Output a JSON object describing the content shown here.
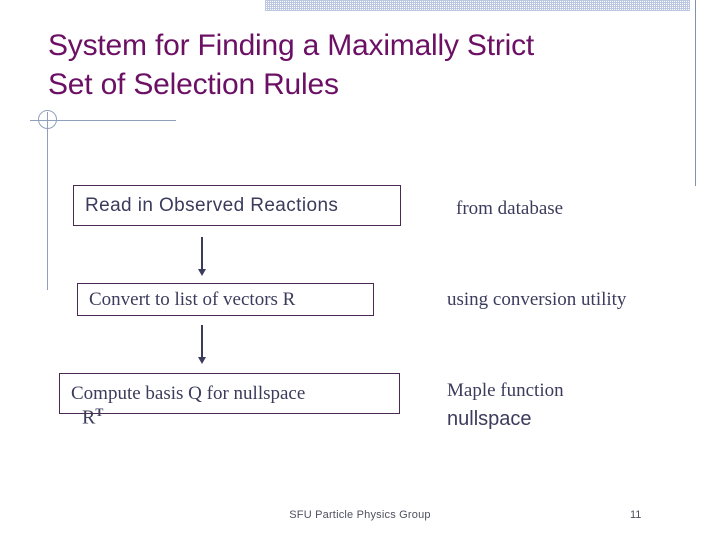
{
  "slide": {
    "title": "System for Finding a Maximally Strict\nSet of Selection Rules",
    "title_color": "#6B1064",
    "accent_color": "#4A2A52",
    "rule_color": "#8fa0bd",
    "text_color": "#3b3b5c"
  },
  "flow": {
    "steps": [
      {
        "id": "step-1",
        "label": "Read in Observed Reactions",
        "note": "from database"
      },
      {
        "id": "step-2",
        "label": "Convert to list of vectors R",
        "note": "using conversion utility"
      },
      {
        "id": "step-3",
        "label": "Compute basis Q for nullspace",
        "sublabel_base": "R",
        "sublabel_sup": "T",
        "note": "Maple function",
        "note_secondary": "nullspace"
      }
    ]
  },
  "footer": {
    "organization": "SFU Particle Physics Group",
    "page_number": "11"
  },
  "icons": {
    "circle_crosshair": "circle-crosshair-icon",
    "arrow_down": "arrow-down-icon",
    "dotted_band": "dotted-band-decoration"
  }
}
